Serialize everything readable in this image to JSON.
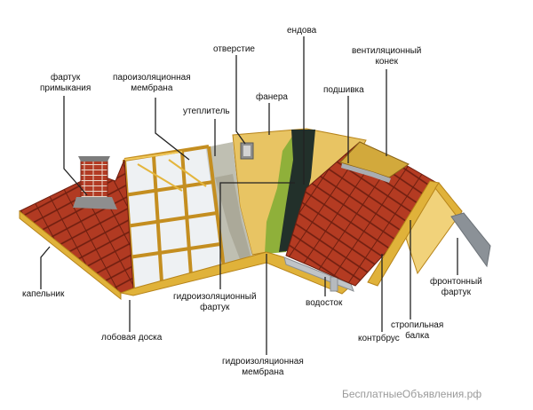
{
  "labels": {
    "fartuk_primykaniya": "фартук\nпримыкания",
    "paroizolyatsionnaya_membrana": "пароизоляционная\nмембрана",
    "uteplitel": "утеплитель",
    "otverstie": "отверстие",
    "endova": "ендова",
    "fanera": "фанера",
    "podshivka": "подшивка",
    "ventilyatsionny_konek": "вентиляционный\nконек",
    "kapelnik": "капельник",
    "frontonny_fartuk": "фронтонный\nфартук",
    "gidroizolyatsionny_fartuk": "гидроизоляционный\nфартук",
    "vodostok": "водосток",
    "stropilnaya_balka": "стропильная\nбалка",
    "lobovaya_doska": "лобовая доска",
    "kontrbrus": "контрбрус",
    "gidroizolyatsionnaya_membrana": "гидроизоляционная\nмембрана"
  },
  "watermark": "БесплатныеОбъявления.рф",
  "colors": {
    "tile": "#a8321d",
    "tile_dark": "#7c2414",
    "timber": "#e0b23a",
    "timber_dark": "#b7841a",
    "plywood": "#e8c463",
    "membrane_green": "#8fb03a",
    "membrane_dark": "#2a3a2a",
    "insulation": "#c9c9c0",
    "metal": "#9aa0a6"
  }
}
